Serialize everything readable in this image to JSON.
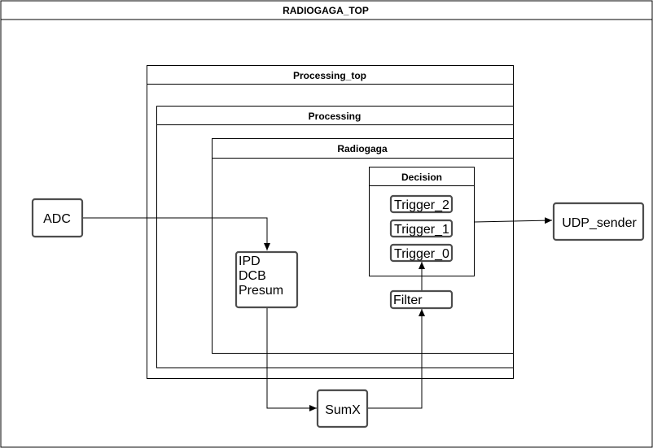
{
  "frames": {
    "top": "RADIOGAGA_TOP",
    "processing_top": "Processing_top",
    "processing": "Processing",
    "radiogaga": "Radiogaga",
    "decision": "Decision"
  },
  "nodes": {
    "adc": "ADC",
    "udp_sender": "UDP_sender",
    "trigger_2": "Trigger_2",
    "trigger_1": "Trigger_1",
    "trigger_0": "Trigger_0",
    "filter": "Filter",
    "sumx": "SumX",
    "ipd_block": [
      "IPD",
      "DCB",
      "Presum"
    ]
  },
  "colors": {
    "frame_stroke": "#000000",
    "node_stroke": "#4d4d4d",
    "background": "#ffffff"
  }
}
